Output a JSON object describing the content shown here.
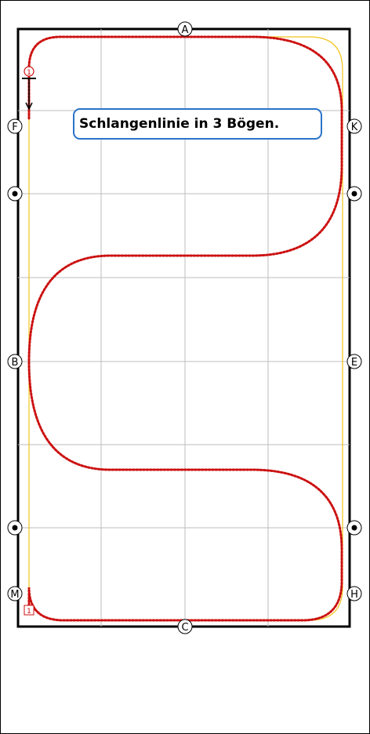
{
  "title": "Schlangenlinie in 3 Bögen.",
  "letters": {
    "top": "A",
    "bottom": "C",
    "left_upper": "F",
    "left_middle": "B",
    "left_lower": "M",
    "right_upper": "K",
    "right_middle": "E",
    "right_lower": "H"
  },
  "start_badge": "1",
  "end_badge": "1",
  "colors": {
    "path": "#cc1111",
    "track": "#f0c419",
    "grid": "#bdbdbd",
    "title_border": "#2a73c9",
    "arena_border": "#000000"
  }
}
